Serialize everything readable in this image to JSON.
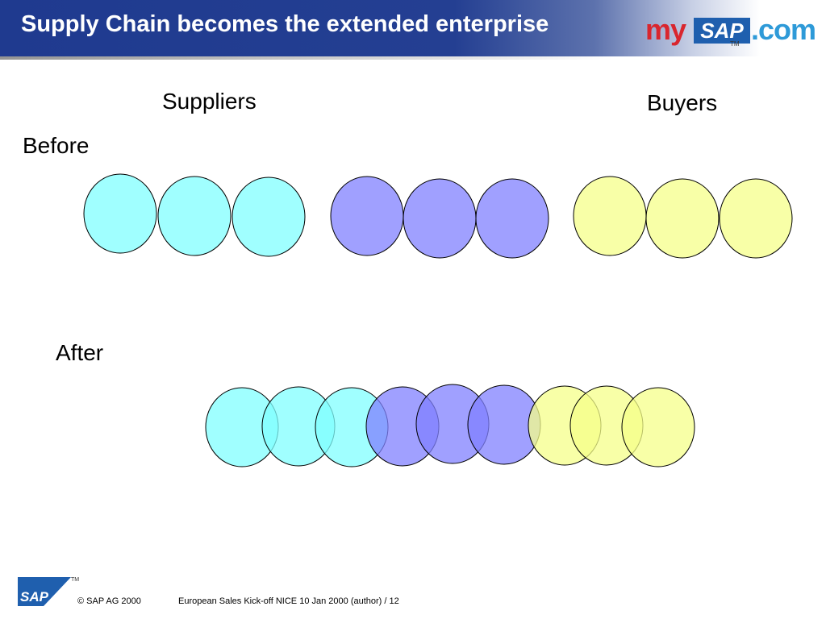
{
  "header": {
    "title": "Supply Chain becomes the extended enterprise",
    "logo": {
      "my": "my",
      "sap": "SAP",
      "com": ".com",
      "tm": "TM"
    }
  },
  "labels": {
    "suppliers": "Suppliers",
    "buyers": "Buyers",
    "before": "Before",
    "after": "After"
  },
  "colors": {
    "supplier": "#80ffff",
    "enterprise": "#8080ff",
    "buyer": "#f5ff8a",
    "outline": "#000000",
    "header_blue": "#1f3a8f"
  },
  "footer": {
    "sap_logo": "SAP",
    "tm": "TM",
    "copyright": "© SAP AG 2000",
    "event": "European Sales Kick-off NICE 10 Jan 2000 (author)  / 12"
  }
}
